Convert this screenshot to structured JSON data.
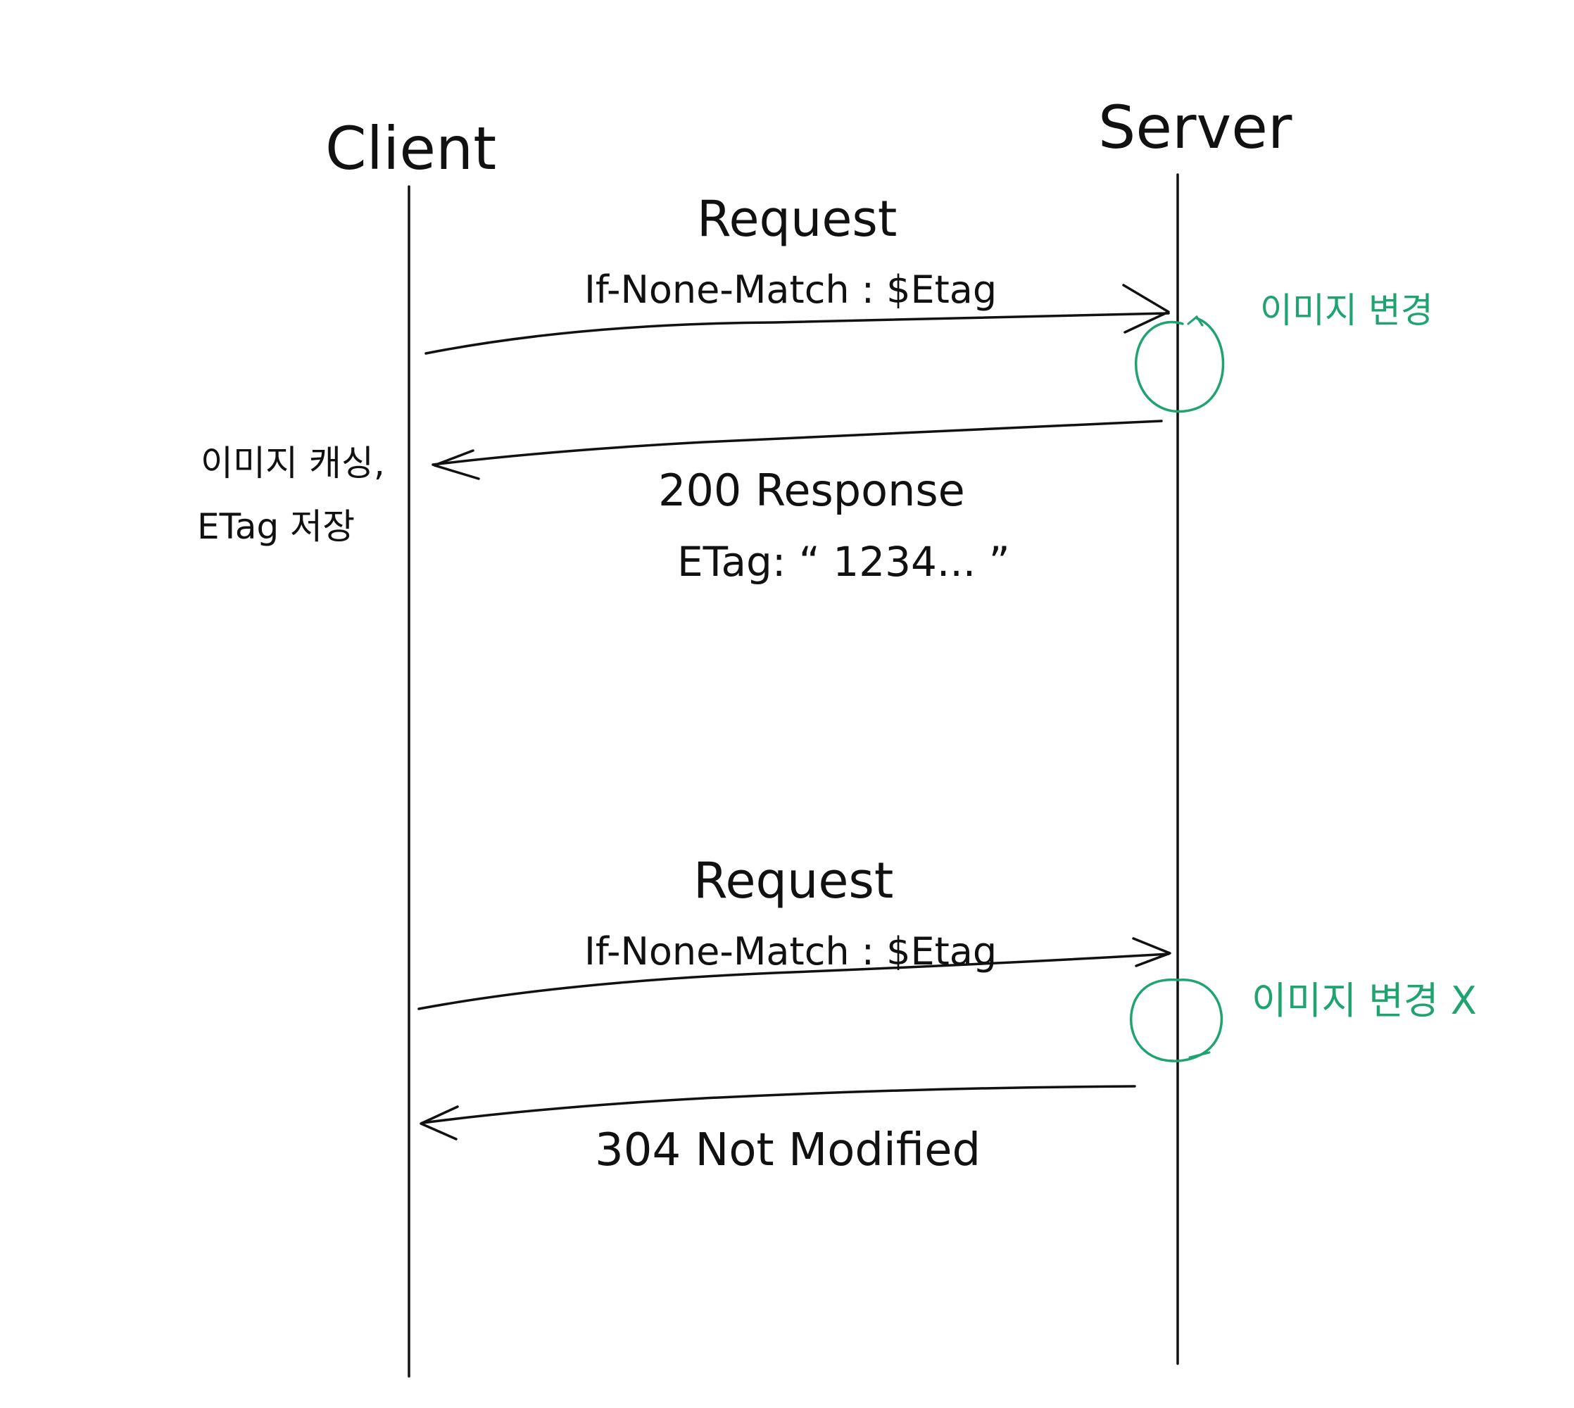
{
  "participants": {
    "client": "Client",
    "server": "Server"
  },
  "messages": {
    "req1_title": "Request",
    "req1_header": "If-None-Match : $Etag",
    "res1_status": "200 Response",
    "res1_etag": "ETag: “ 1234... ”",
    "req2_title": "Request",
    "req2_header": "If-None-Match : $Etag",
    "res2_status": "304 Not Modified"
  },
  "notes": {
    "client_note_line1": "이미지 캐싱,",
    "client_note_line2": "ETag 저장",
    "server_note1": "이미지 변경",
    "server_note2": "이미지 변경 X"
  },
  "colors": {
    "ink": "#111111",
    "note": "#1fa36f"
  }
}
